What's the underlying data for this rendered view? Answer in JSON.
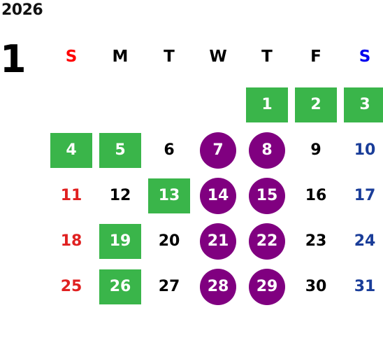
{
  "year": "2026",
  "month": "1",
  "weekdays": [
    "S",
    "M",
    "T",
    "W",
    "T",
    "F",
    "S"
  ],
  "colors": {
    "green_highlight": "#3ab54a",
    "purple_highlight": "#800080",
    "sunday": "#e02020",
    "saturday": "#1a3d99",
    "weekday": "#000000"
  },
  "days": [
    {
      "n": "1",
      "style": "green"
    },
    {
      "n": "2",
      "style": "green"
    },
    {
      "n": "3",
      "style": "green"
    },
    {
      "n": "4",
      "style": "green"
    },
    {
      "n": "5",
      "style": "green"
    },
    {
      "n": "6",
      "style": "plain"
    },
    {
      "n": "7",
      "style": "purple"
    },
    {
      "n": "8",
      "style": "purple"
    },
    {
      "n": "9",
      "style": "plain"
    },
    {
      "n": "10",
      "style": "plain"
    },
    {
      "n": "11",
      "style": "plain"
    },
    {
      "n": "12",
      "style": "plain"
    },
    {
      "n": "13",
      "style": "green"
    },
    {
      "n": "14",
      "style": "purple"
    },
    {
      "n": "15",
      "style": "purple"
    },
    {
      "n": "16",
      "style": "plain"
    },
    {
      "n": "17",
      "style": "plain"
    },
    {
      "n": "18",
      "style": "plain"
    },
    {
      "n": "19",
      "style": "green"
    },
    {
      "n": "20",
      "style": "plain"
    },
    {
      "n": "21",
      "style": "purple"
    },
    {
      "n": "22",
      "style": "purple"
    },
    {
      "n": "23",
      "style": "plain"
    },
    {
      "n": "24",
      "style": "plain"
    },
    {
      "n": "25",
      "style": "plain"
    },
    {
      "n": "26",
      "style": "green"
    },
    {
      "n": "27",
      "style": "plain"
    },
    {
      "n": "28",
      "style": "purple"
    },
    {
      "n": "29",
      "style": "purple"
    },
    {
      "n": "30",
      "style": "plain"
    },
    {
      "n": "31",
      "style": "plain"
    }
  ]
}
